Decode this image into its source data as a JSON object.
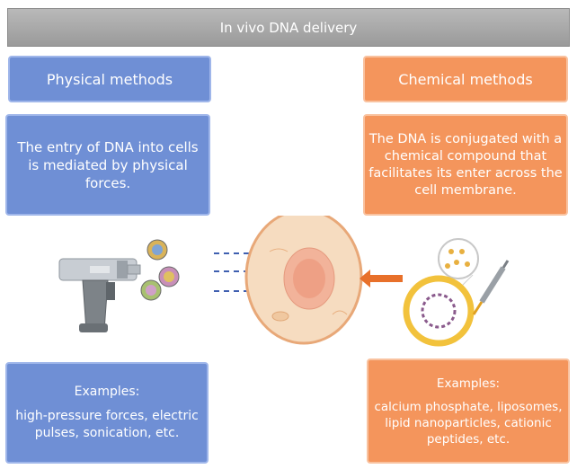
{
  "title": "In vivo DNA delivery",
  "physical": {
    "heading": "Physical methods",
    "description": "The entry of DNA  into cells is mediated by physical forces.",
    "examples_title": "Examples:",
    "examples_text": "high-pressure forces, electric pulses, sonication, etc."
  },
  "chemical": {
    "heading": "Chemical methods",
    "description": "The DNA is conjugated with a chemical compound that facilitates its enter across the cell membrane.",
    "examples_title": "Examples:",
    "examples_text": "calcium phosphate, liposomes, lipid nanoparticles, cationic peptides, etc."
  },
  "colors": {
    "blue_box": "#6f8fd5",
    "orange_box": "#f4955c",
    "title_bar": "#a9a9a9",
    "cell_fill": "#f6dcc0",
    "cell_border": "#e8a878",
    "arrow_orange": "#e8702a",
    "arrow_blue": "#3f5fb0"
  },
  "icons": [
    "gene-gun-icon",
    "dna-particle-icon",
    "cell-icon",
    "liposome-icon",
    "syringe-icon",
    "magnifier-icon"
  ]
}
